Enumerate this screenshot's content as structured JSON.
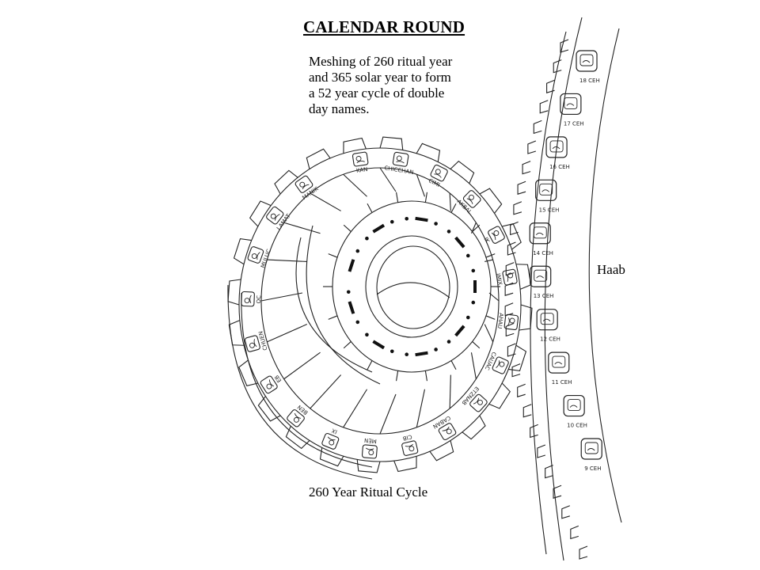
{
  "title": "CALENDAR ROUND",
  "description_lines": [
    "Meshing of 260 ritual year",
    "and 365 solar year to form",
    "a 52 year cycle of double",
    "day names."
  ],
  "labels": {
    "haab": "Haab",
    "ritual_cycle": "260 Year Ritual Cycle"
  },
  "tzolkin_day_names": [
    "KAN",
    "CHICCHAN",
    "CIMI",
    "AKBAL",
    "IK",
    "IMIX",
    "AHAU",
    "CAUAC",
    "ETZNAB",
    "CABAN",
    "CIB",
    "MEN",
    "IX",
    "BEN",
    "EB",
    "CHUEN",
    "OC",
    "MULUC",
    "LAMAT",
    "MANIK"
  ],
  "haab_entries": [
    "18 CEH",
    "17 CEH",
    "16 CEH",
    "15 CEH",
    "14 CEH",
    "13 CEH",
    "12 CEH",
    "11 CEH",
    "10 CEH",
    "9 CEH"
  ],
  "colors": {
    "ink": "#222222",
    "background": "#ffffff"
  }
}
